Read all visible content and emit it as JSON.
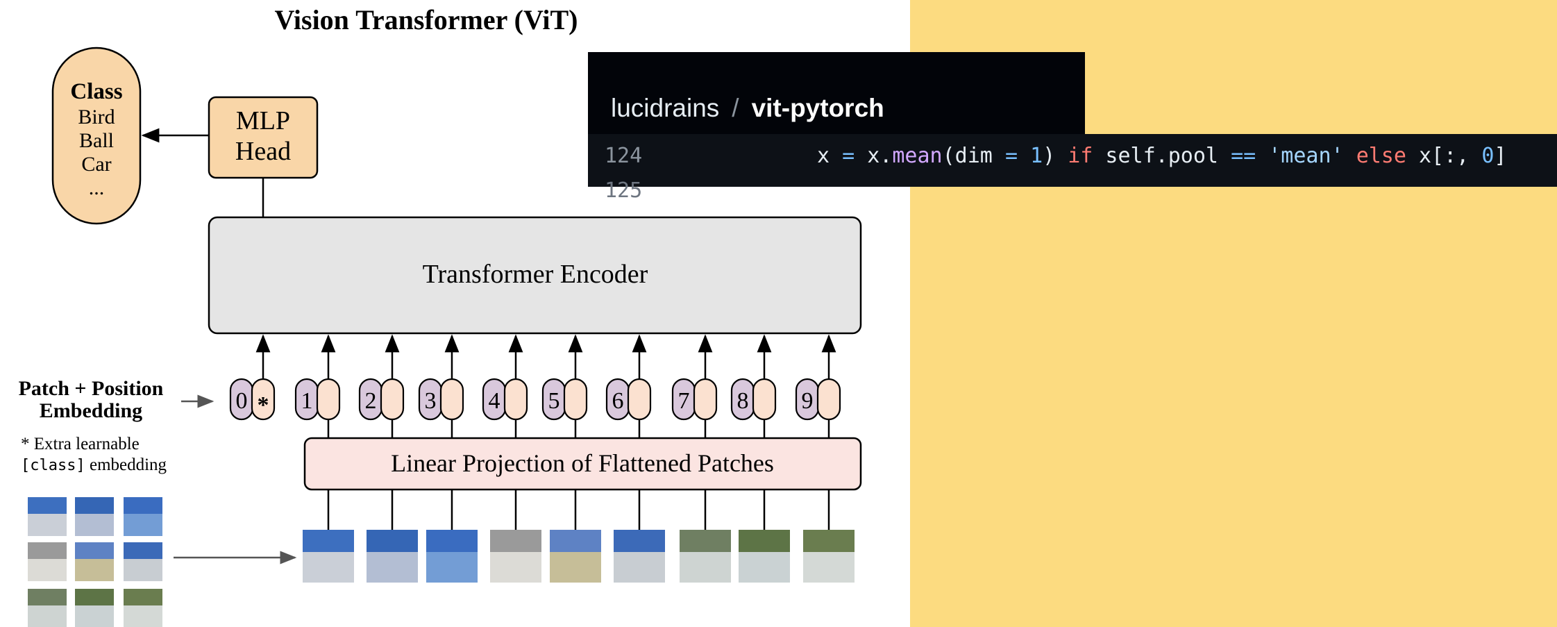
{
  "diagram": {
    "title": "Vision Transformer (ViT)",
    "class_box": {
      "title": "Class",
      "items": [
        "Bird",
        "Ball",
        "Car",
        "..."
      ]
    },
    "mlp_head": [
      "MLP",
      "Head"
    ],
    "encoder_label": "Transformer Encoder",
    "embedding_label": [
      "Patch + Position",
      "Embedding"
    ],
    "footnote": {
      "line1": "* Extra learnable",
      "line2_mono": "[class]",
      "line2_rest": " embedding"
    },
    "projection_label": "Linear Projection of Flattened Patches",
    "tokens": [
      "0",
      "1",
      "2",
      "3",
      "4",
      "5",
      "6",
      "7",
      "8",
      "9"
    ],
    "cls_marker": "*",
    "colors": {
      "class_fill": "#f9d6a8",
      "mlp_fill": "#f9d6a8",
      "encoder_fill": "#e5e5e5",
      "projection_fill": "#fbe4e1",
      "position_token_fill": "#d9c8dc",
      "patch_token_fill": "#fbe1d0",
      "stroke": "#000000"
    }
  },
  "repo": {
    "owner": "lucidrains",
    "separator": "/",
    "name": "vit-pytorch"
  },
  "code": {
    "line_number": "124",
    "next_line_number": "125",
    "tokens": [
      {
        "t": "x ",
        "c": ""
      },
      {
        "t": "=",
        "c": "c-op"
      },
      {
        "t": " x.",
        "c": ""
      },
      {
        "t": "mean",
        "c": "c-fn"
      },
      {
        "t": "(dim ",
        "c": ""
      },
      {
        "t": "=",
        "c": "c-op"
      },
      {
        "t": " ",
        "c": ""
      },
      {
        "t": "1",
        "c": "c-num"
      },
      {
        "t": ") ",
        "c": ""
      },
      {
        "t": "if",
        "c": "c-kw"
      },
      {
        "t": " self.pool ",
        "c": ""
      },
      {
        "t": "==",
        "c": "c-op"
      },
      {
        "t": " ",
        "c": ""
      },
      {
        "t": "'mean'",
        "c": "c-str"
      },
      {
        "t": " ",
        "c": ""
      },
      {
        "t": "else",
        "c": "c-kw"
      },
      {
        "t": " x[:, ",
        "c": ""
      },
      {
        "t": "0",
        "c": "c-num"
      },
      {
        "t": "]",
        "c": ""
      }
    ]
  },
  "panel_color": "#fcdb80"
}
